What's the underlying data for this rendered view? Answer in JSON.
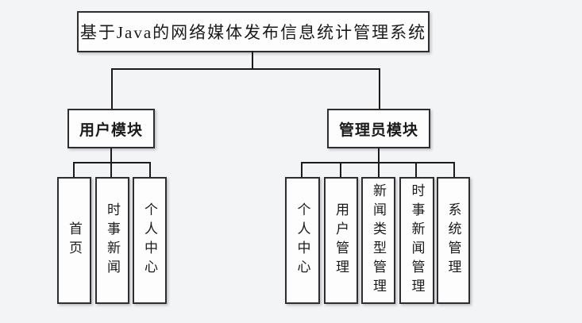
{
  "diagram": {
    "root": {
      "label": "基于Java的网络媒体发布信息统计管理系统"
    },
    "modules": [
      {
        "label": "用户模块",
        "children": [
          {
            "label": "首页"
          },
          {
            "label": "时事新闻"
          },
          {
            "label": "个人中心"
          }
        ]
      },
      {
        "label": "管理员模块",
        "children": [
          {
            "label": "个人中心"
          },
          {
            "label": "用户管理"
          },
          {
            "label": "新闻类型管理"
          },
          {
            "label": "时事新闻管理"
          },
          {
            "label": "系统管理"
          }
        ]
      }
    ],
    "colors": {
      "background": "#f3f4f6",
      "box_fill": "#fdfdfe",
      "box_border": "#2e2e2e",
      "connector_line": "#1b1b1b",
      "text": "#1b1b1b"
    }
  }
}
